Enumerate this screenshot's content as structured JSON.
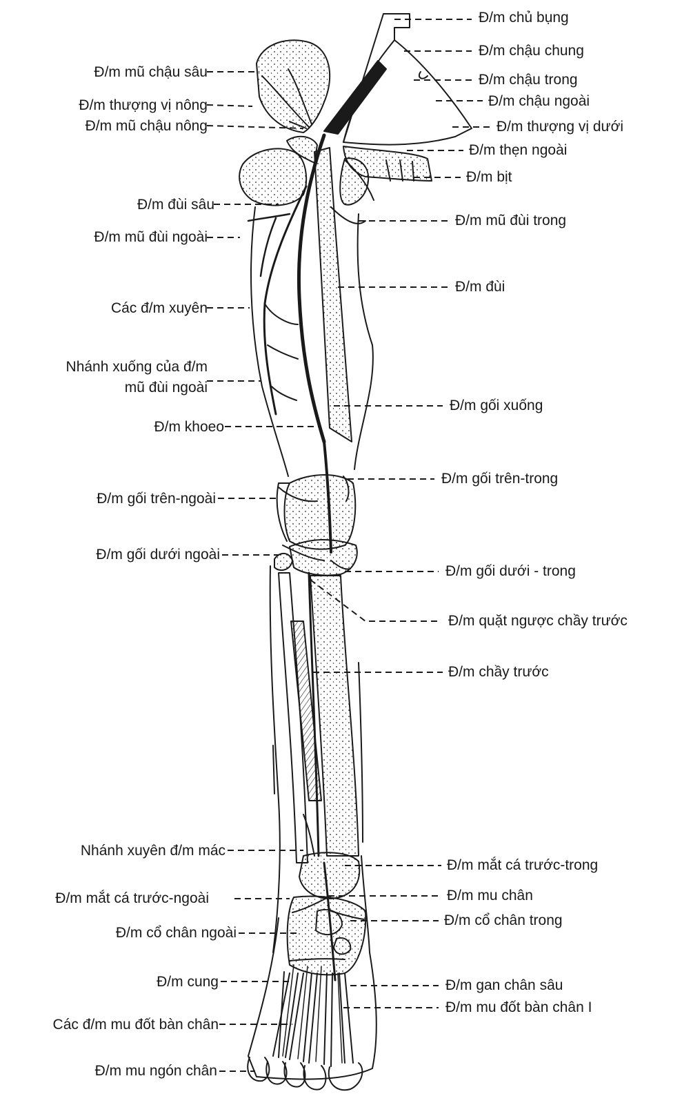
{
  "labels_left": [
    "Đ/m mũ chậu sâu",
    "Đ/m thượng vị nông",
    "Đ/m mũ chậu nông",
    "Đ/m đùi sâu",
    "Đ/m mũ đùi ngoài",
    "Các đ/m xuyên",
    "Nhánh xuống của đ/m",
    "mũ đùi ngoài",
    "Đ/m khoeo",
    "Đ/m gối trên-ngoài",
    "Đ/m gối dưới ngoài",
    "Nhánh xuyên đ/m mác",
    "Đ/m mắt cá trước-ngoài",
    "Đ/m cổ chân ngoài",
    "Đ/m cung",
    "Các đ/m mu đốt bàn chân",
    "Đ/m mu ngón chân"
  ],
  "labels_right": [
    "Đ/m chủ bụng",
    "Đ/m chậu chung",
    "Đ/m chậu trong",
    "Đ/m chậu ngoài",
    "Đ/m thượng vị dưới",
    "Đ/m thẹn ngoài",
    "Đ/m bịt",
    "Đ/m mũ đùi trong",
    "Đ/m đùi",
    "Đ/m gối xuống",
    "Đ/m gối trên-trong",
    "Đ/m gối dưới - trong",
    "Đ/m quặt ngược chầy trước",
    "Đ/m chầy trước",
    "Đ/m mắt cá trước-trong",
    "Đ/m mu chân",
    "Đ/m cổ chân trong",
    "Đ/m gan chân sâu",
    "Đ/m mu đốt bàn chân I"
  ],
  "colors": {
    "ink": "#1a1a1a",
    "background": "#ffffff"
  }
}
